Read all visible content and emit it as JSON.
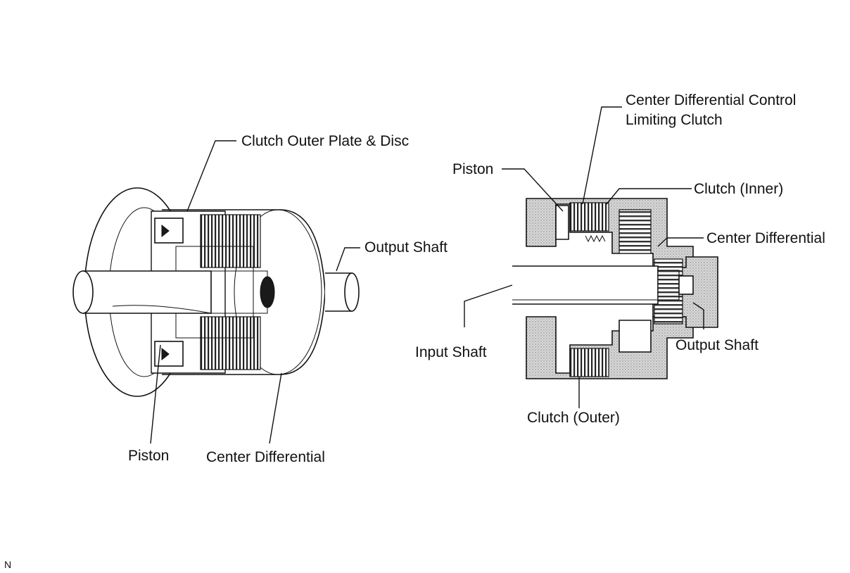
{
  "left_figure": {
    "labels": {
      "clutch_outer_plate_disc": "Clutch Outer Plate & Disc",
      "output_shaft": "Output Shaft",
      "piston": "Piston",
      "center_differential": "Center Differential"
    }
  },
  "right_figure": {
    "labels": {
      "cdl_clutch_line1": "Center Differential Control",
      "cdl_clutch_line2": "Limiting Clutch",
      "piston": "Piston",
      "clutch_inner": "Clutch (Inner)",
      "center_differential": "Center Differential",
      "input_shaft": "Input Shaft",
      "output_shaft": "Output Shaft",
      "clutch_outer": "Clutch (Outer)"
    }
  },
  "corner_mark": "N"
}
